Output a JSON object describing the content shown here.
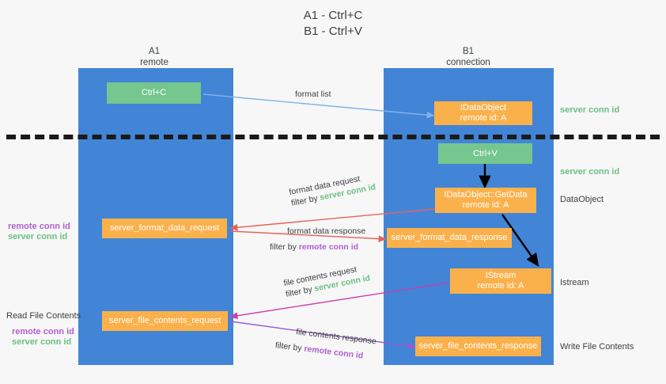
{
  "title": "A1 - Ctrl+C\nB1 - Ctrl+V",
  "columns": {
    "a": {
      "name": "A1",
      "sub": "remote"
    },
    "b": {
      "name": "B1",
      "sub": "connection"
    }
  },
  "boxes": {
    "ctrl_c": {
      "line1": "Ctrl+C"
    },
    "idataobject": {
      "line1": "IDataObject",
      "line2": "remote id: A"
    },
    "ctrl_v": {
      "line1": "Ctrl+V"
    },
    "getdata": {
      "line1": "IDataObject::GetData",
      "line2": "remote id: A"
    },
    "format_data_request": {
      "line1": "server_format_data_request"
    },
    "format_data_response": {
      "line1": "server_format_data_response"
    },
    "istream": {
      "line1": "IStream",
      "line2": "remote id: A"
    },
    "file_contents_request": {
      "line1": "server_file_contents_request"
    },
    "file_contents_response": {
      "line1": "server_file_contents_response"
    }
  },
  "right_notes": {
    "server_conn_id_1": "server conn id",
    "server_conn_id_2": "server conn id",
    "dataobject": "DataObject",
    "istream": "Istream",
    "write_file_contents": "Write File Contents"
  },
  "left_notes": {
    "remote_conn_id_1": "remote conn id",
    "server_conn_id_1": "server conn id",
    "read_file_contents": "Read File Contents",
    "remote_conn_id_2": "remote conn id",
    "server_conn_id_2": "server conn id"
  },
  "edges": {
    "format_list": "format list",
    "format_data_request": {
      "line1": "format data request",
      "prefix": "filter by ",
      "highlight": "server conn id"
    },
    "format_data_response": {
      "line1": "format data response",
      "prefix": "filter by ",
      "highlight": "remote conn id"
    },
    "file_contents_request": {
      "line1": "file contents request",
      "prefix": "filter by ",
      "highlight": "server conn id"
    },
    "file_contents_response": {
      "line1": "file contents response",
      "prefix": "filter by ",
      "highlight": "remote conn id"
    }
  },
  "colors": {
    "lane": "#4285d6",
    "green_box": "#76c68f",
    "orange_box": "#fbb14b",
    "green_text": "#6cbf84",
    "purple_text": "#b15fd0",
    "blue_arrow": "#7fb3e8",
    "red_arrow": "#e8635a",
    "magenta_arrow": "#c93fb0",
    "purple_arrow": "#9b59d0",
    "black_arrow": "#000000",
    "dashed_line": "#1a1a1a"
  }
}
